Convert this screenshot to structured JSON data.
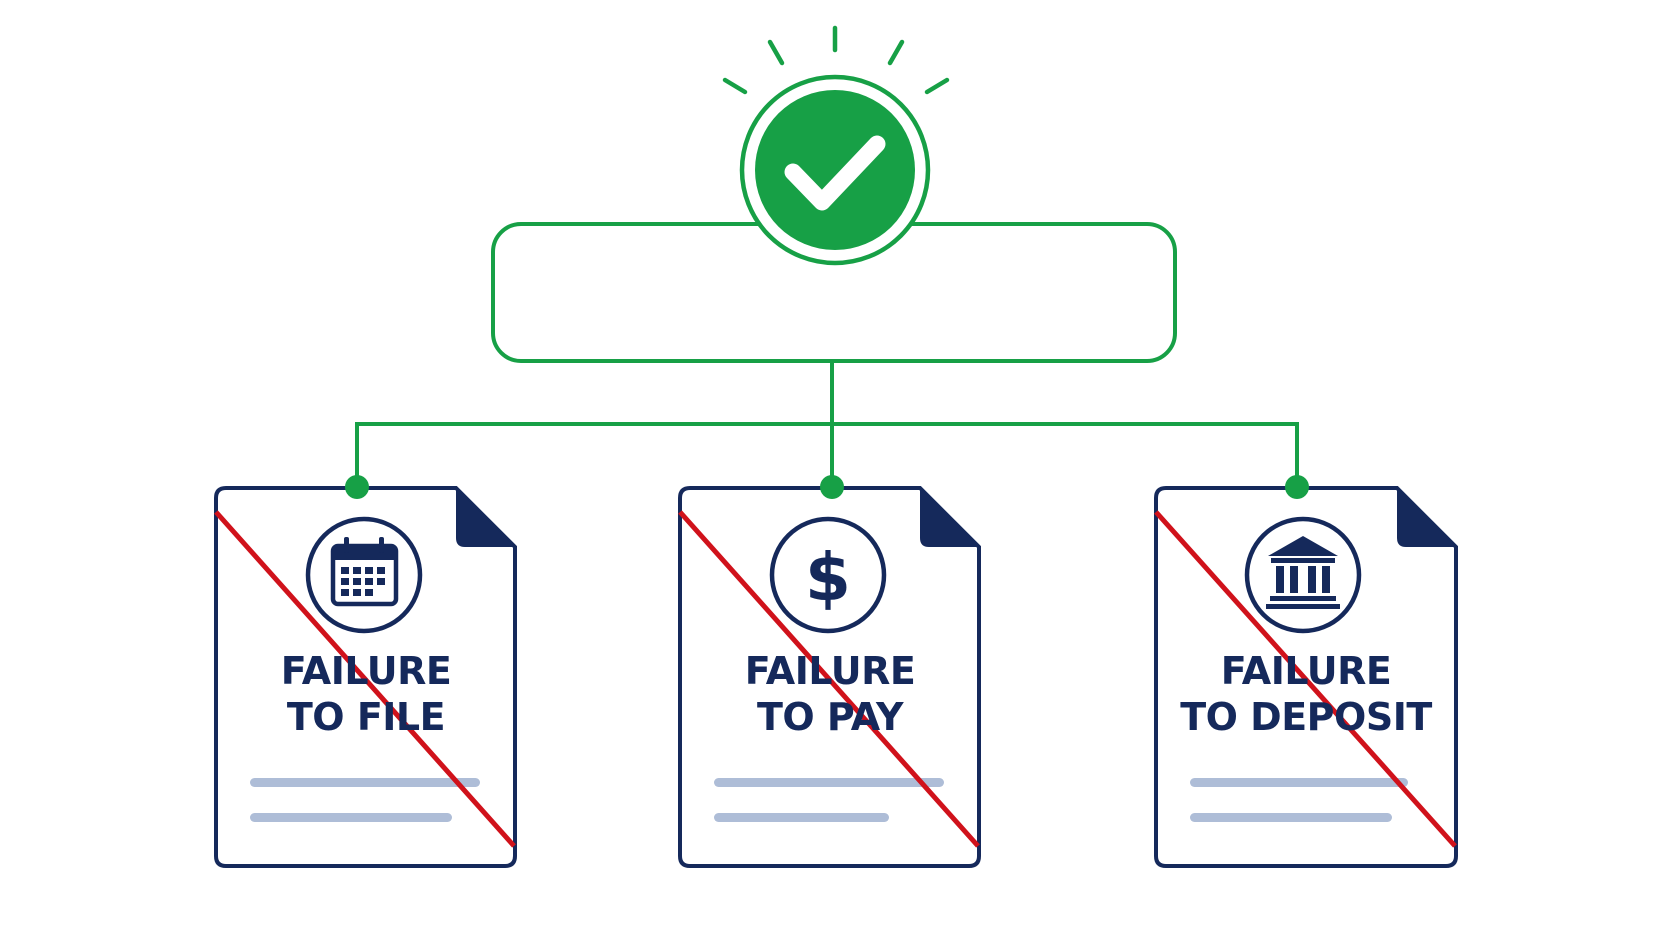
{
  "colors": {
    "green": "#17a046",
    "navy": "#15295b",
    "red": "#d0121b",
    "line_gray": "#aebdd7"
  },
  "top_icon": {
    "icon": "check-circle-icon"
  },
  "summary_box": {
    "text": ""
  },
  "documents": [
    {
      "line1": "FAILURE",
      "line2": "TO FILE",
      "icon": "calendar-icon",
      "status": "crossed-out"
    },
    {
      "line1": "FAILURE",
      "line2": "TO PAY",
      "icon": "dollar-icon",
      "status": "crossed-out"
    },
    {
      "line1": "FAILURE",
      "line2": "TO DEPOSIT",
      "icon": "bank-icon",
      "status": "crossed-out"
    }
  ]
}
